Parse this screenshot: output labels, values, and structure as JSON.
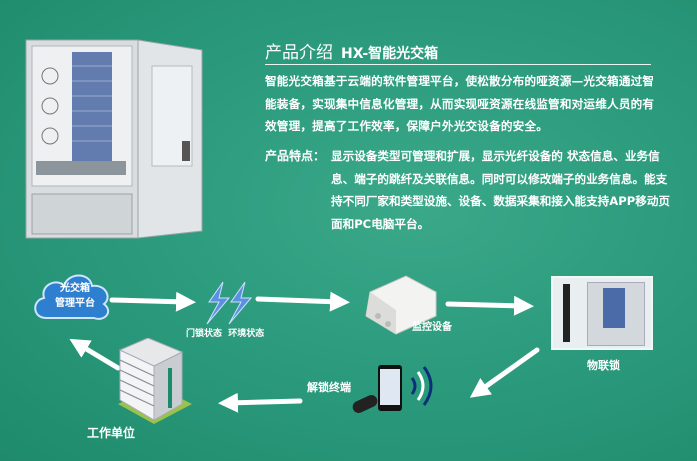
{
  "header": {
    "title": "产品介绍",
    "subtitle": "HX-智能光交箱"
  },
  "intro": "智能光交箱基于云端的软件管理平台，使松散分布的哑资源—光交箱通过智能装备，实现集中信息化管理，从而实现哑资源在线监管和对运维人员的有效管理，提高了工作效率，保障户外光交设备的安全。",
  "features": {
    "label": "产品特点：",
    "text": "显示设备类型可管理和扩展，显示光纤设备的 状态信息、业务信息、端子的跳纤及关联信息。同时可以修改端子的业务信息。能支持不同厂家和类型设施、设备、数据采集和接入能支持APP移动页面和PC电脑平台。"
  },
  "diagram": {
    "cloud": {
      "line1": "光交箱",
      "line2": "管理平台"
    },
    "signal_labels": {
      "door": "门锁状态",
      "env": "环境状态"
    },
    "monitor": "监控设备",
    "iot_lock": "物联锁",
    "unlock_terminal": "解锁终端",
    "work_unit": "工作单位"
  },
  "colors": {
    "background": "#2b9a7c",
    "cloud": "#2f7fd0",
    "text": "#ffffff"
  }
}
